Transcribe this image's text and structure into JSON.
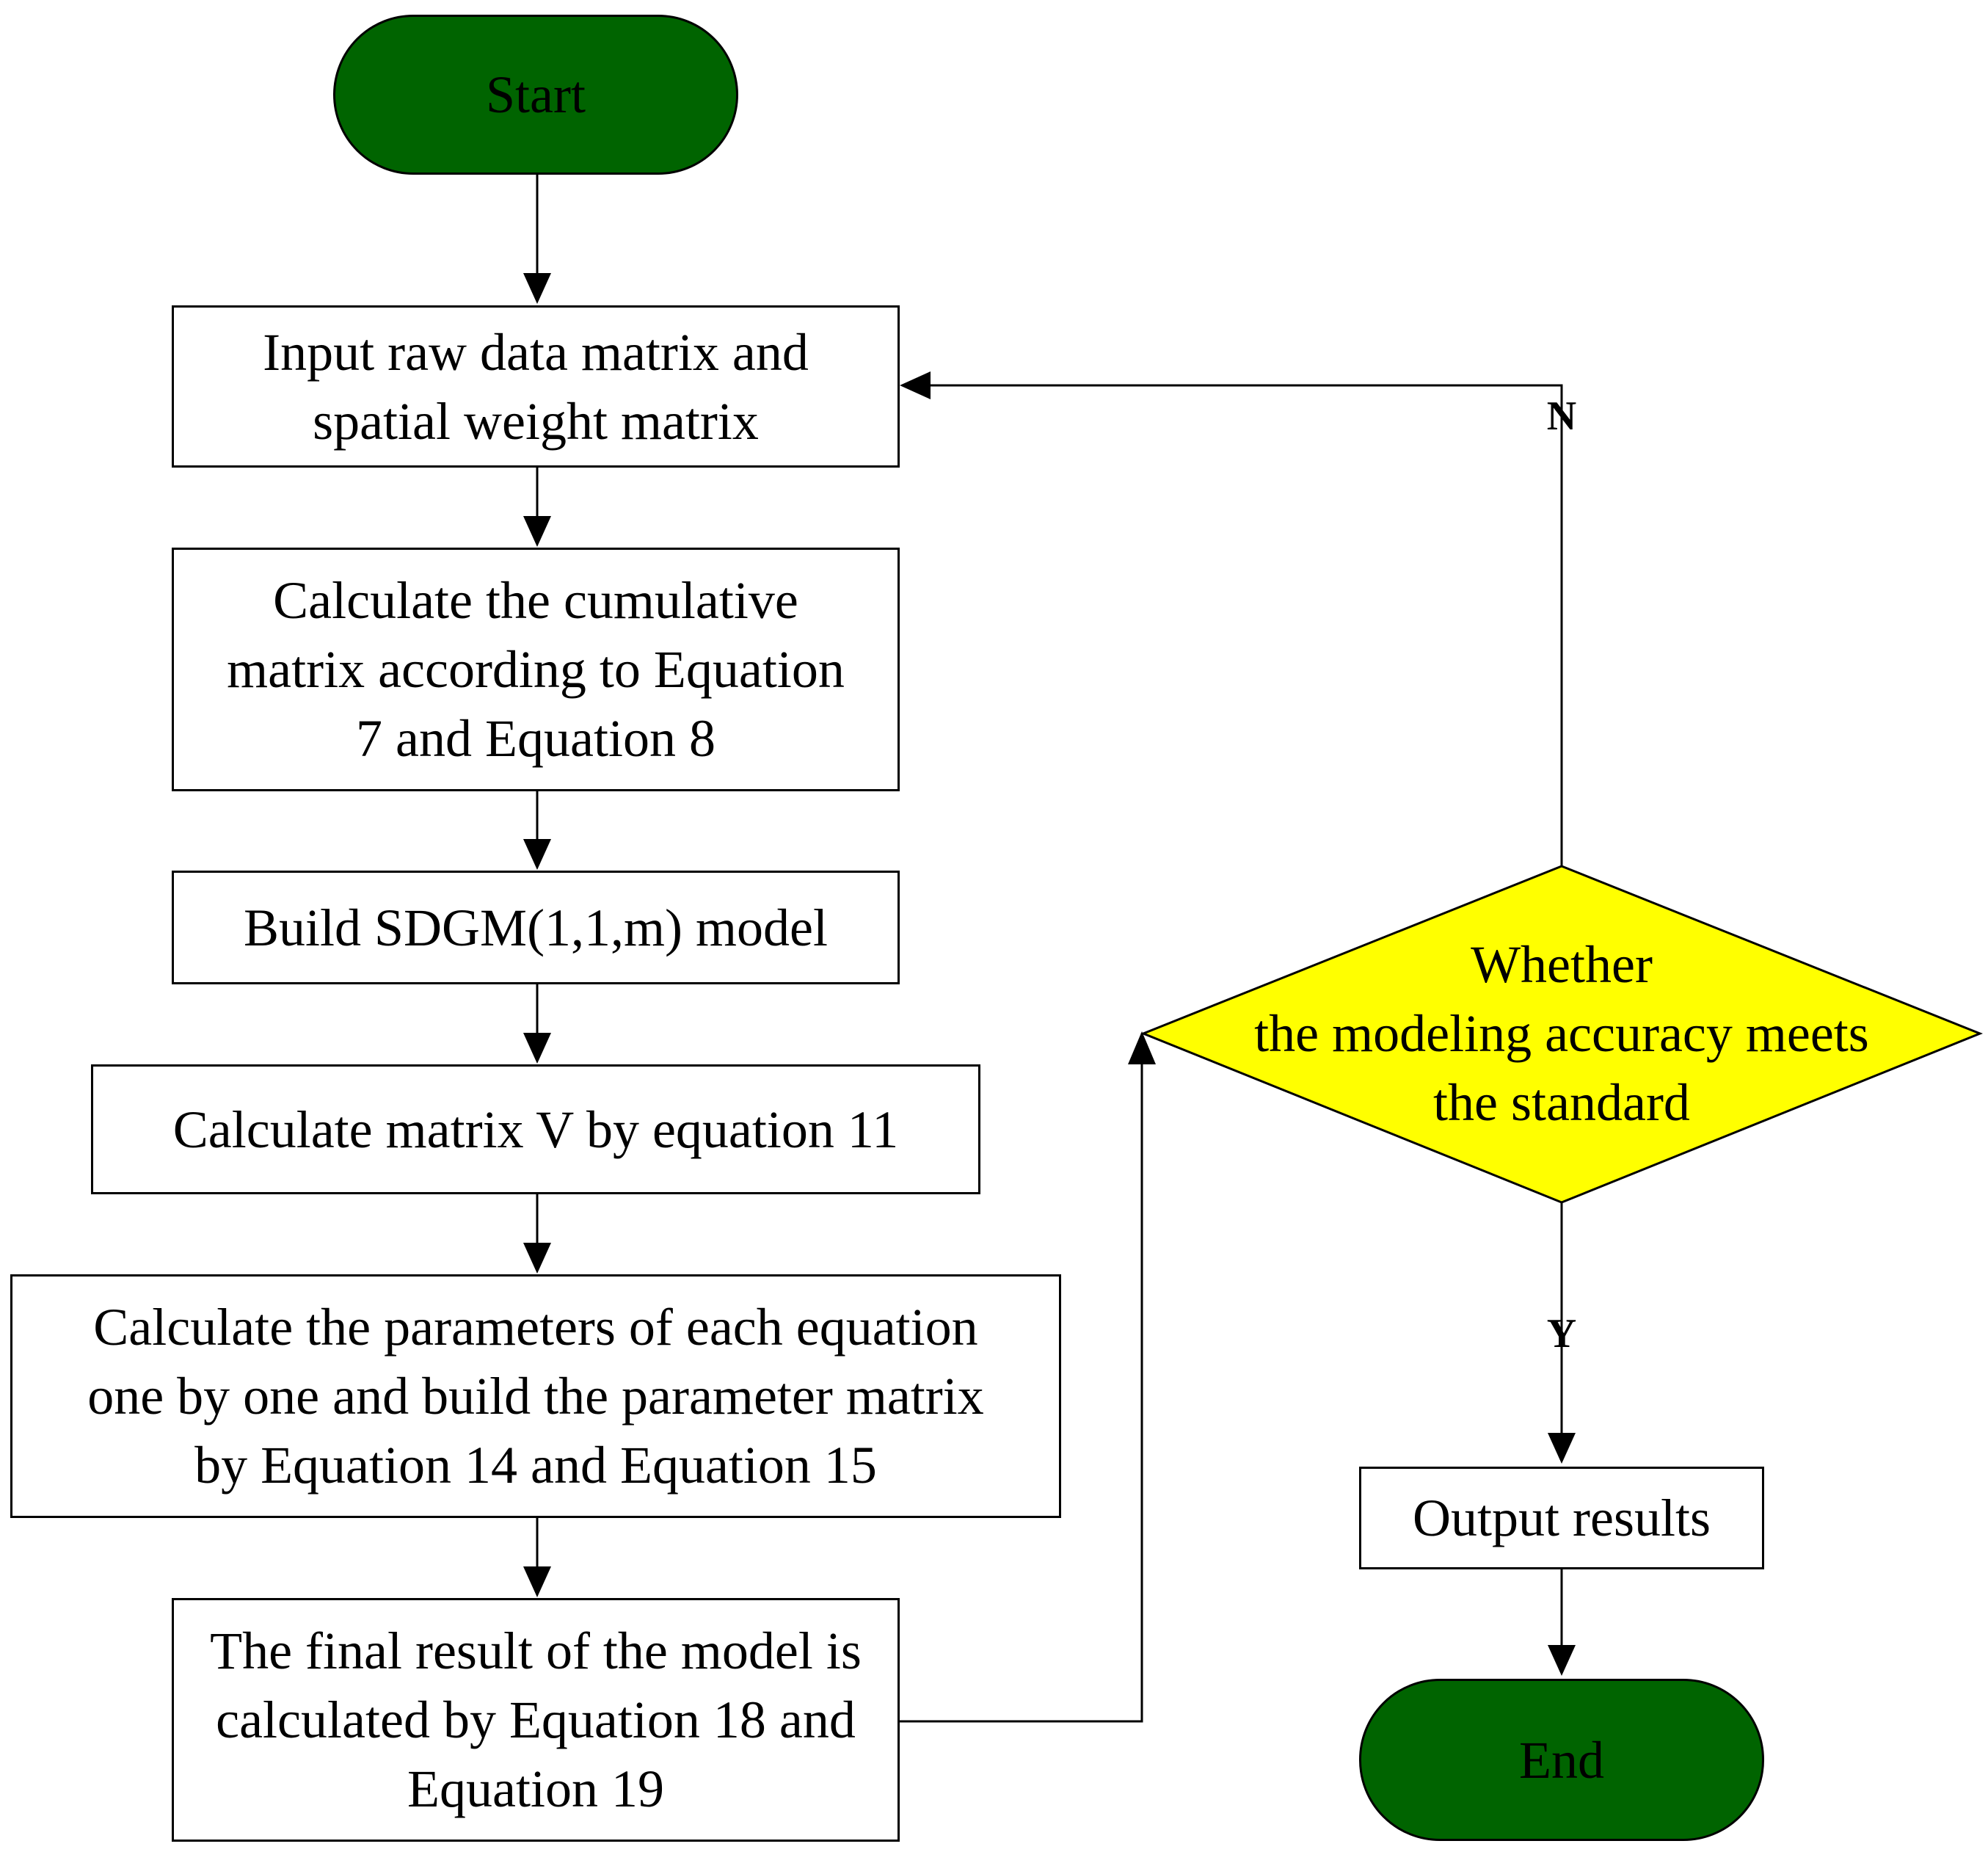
{
  "nodes": {
    "start": "Start",
    "input": "Input raw data matrix and\nspatial weight matrix",
    "cumulative": "Calculate the cumulative\nmatrix  according to Equation\n7 and Equation 8",
    "build_model": "Build SDGM(1,1,m) model",
    "matrix_v": "Calculate matrix V  by equation 11",
    "parameters": "Calculate the parameters of each equation\none by one and build the parameter matrix\nby Equation 14 and Equation 15",
    "final_result": "The final result of the model is\ncalculated by Equation 18 and\nEquation 19",
    "decision": "Whether\nthe modeling accuracy meets\nthe standard",
    "output": "Output results",
    "end": "End"
  },
  "edge_labels": {
    "no": "N",
    "yes": "Y"
  },
  "colors": {
    "terminal_fill": "#006400",
    "decision_fill": "#FFFF00",
    "process_fill": "#FFFFFF",
    "line": "#000000"
  }
}
